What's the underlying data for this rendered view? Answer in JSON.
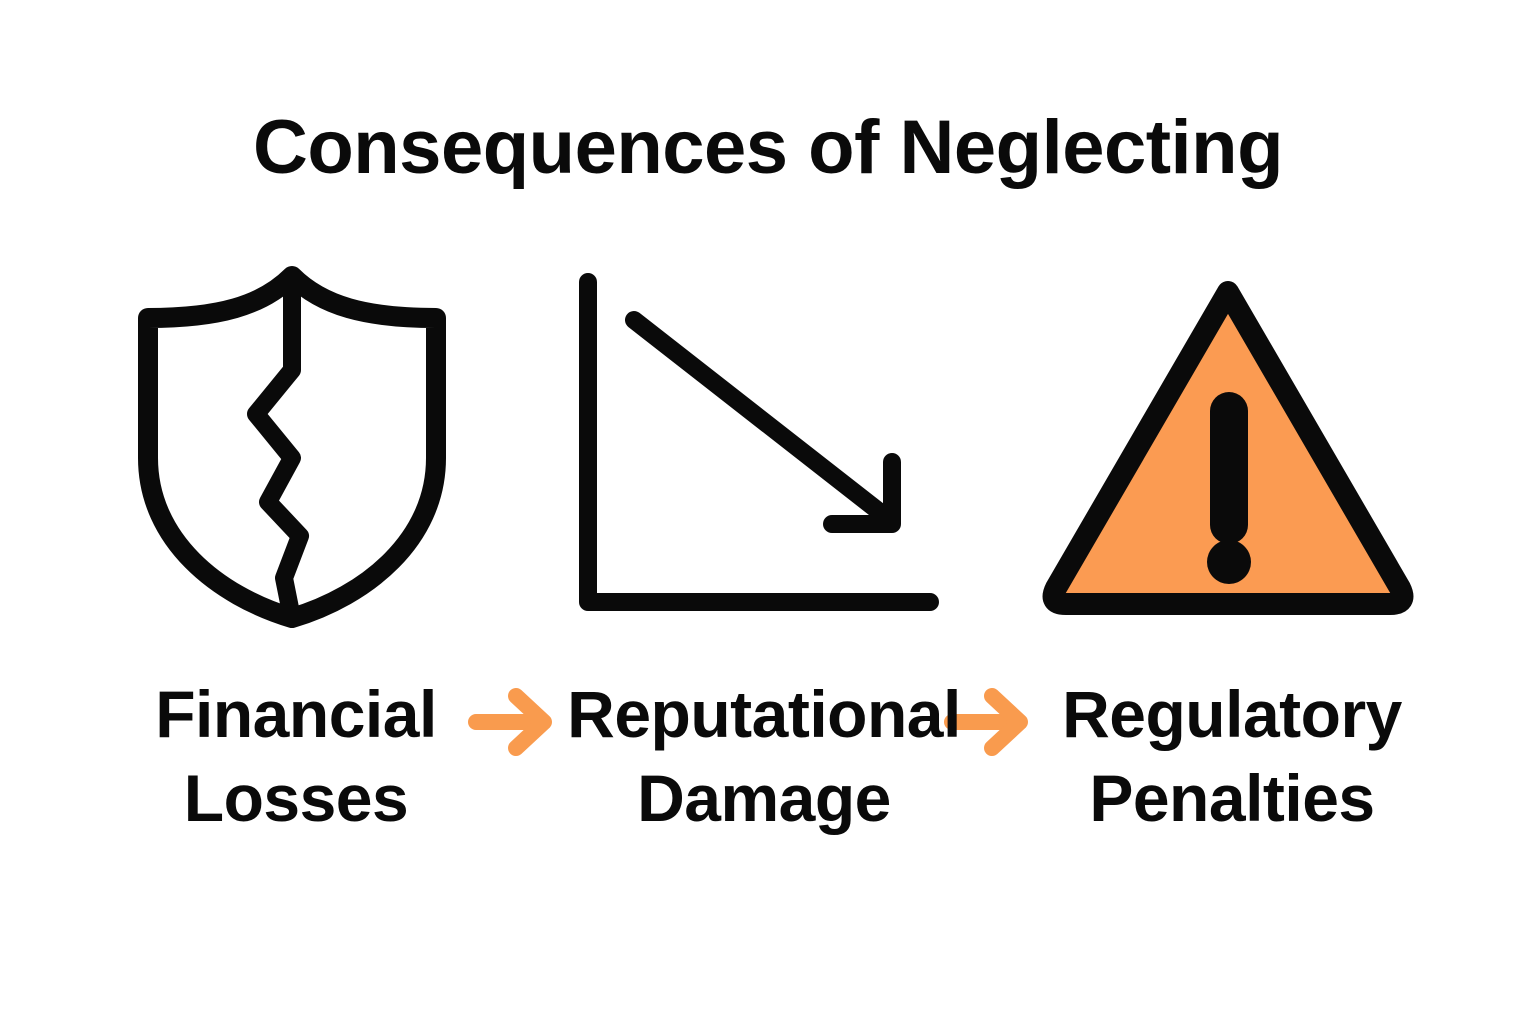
{
  "title": "Consequences of Neglecting",
  "background_color": "#ffffff",
  "colors": {
    "ink": "#0a0a0a",
    "accent_orange": "#F99B4E",
    "warning_fill": "#FB9B52",
    "white": "#ffffff"
  },
  "stages": [
    {
      "id": "financial",
      "icon": "cracked-shield-icon",
      "label_line1": "Financial",
      "label_line2": "Losses"
    },
    {
      "id": "reputational",
      "icon": "declining-chart-icon",
      "label_line1": "Reputational",
      "label_line2": "Damage"
    },
    {
      "id": "regulatory",
      "icon": "warning-triangle-icon",
      "label_line1": "Regulatory",
      "label_line2": "Penalties"
    }
  ],
  "connectors": [
    {
      "id": "arrow-1",
      "icon": "arrow-right-icon",
      "color": "#F99B4E"
    },
    {
      "id": "arrow-2",
      "icon": "arrow-right-icon",
      "color": "#F99B4E"
    }
  ],
  "chart_data": {
    "type": "line",
    "title": "Reputational Damage",
    "x": [
      0,
      100
    ],
    "values": [
      88,
      14
    ],
    "xlabel": "",
    "ylabel": "",
    "xlim": [
      0,
      100
    ],
    "ylim": [
      0,
      100
    ],
    "grid": false,
    "legend": "none",
    "annotations": [
      "downward trend arrow"
    ]
  }
}
